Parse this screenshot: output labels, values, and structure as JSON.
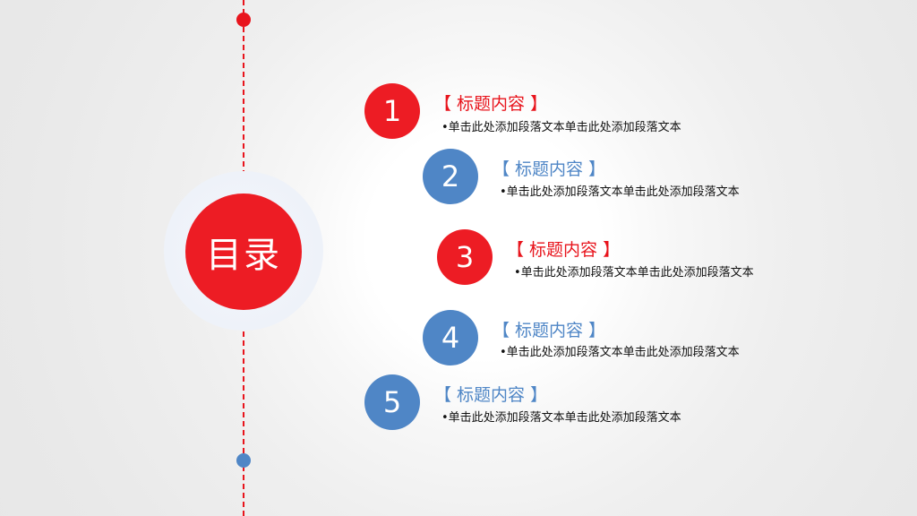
{
  "toc": {
    "label": "目录"
  },
  "items": [
    {
      "number": "1",
      "title": "【 标题内容 】",
      "desc": "•单击此处添加段落文本单击此处添加段落文本"
    },
    {
      "number": "2",
      "title": "【 标题内容 】",
      "desc": "•单击此处添加段落文本单击此处添加段落文本"
    },
    {
      "number": "3",
      "title": "【 标题内容 】",
      "desc": "•单击此处添加段落文本单击此处添加段落文本"
    },
    {
      "number": "4",
      "title": "【 标题内容 】",
      "desc": "•单击此处添加段落文本单击此处添加段落文本"
    },
    {
      "number": "5",
      "title": "【 标题内容 】",
      "desc": "•单击此处添加段落文本单击此处添加段落文本"
    }
  ],
  "colors": {
    "accent_red": "#ed1c24",
    "accent_blue": "#4f86c6"
  }
}
